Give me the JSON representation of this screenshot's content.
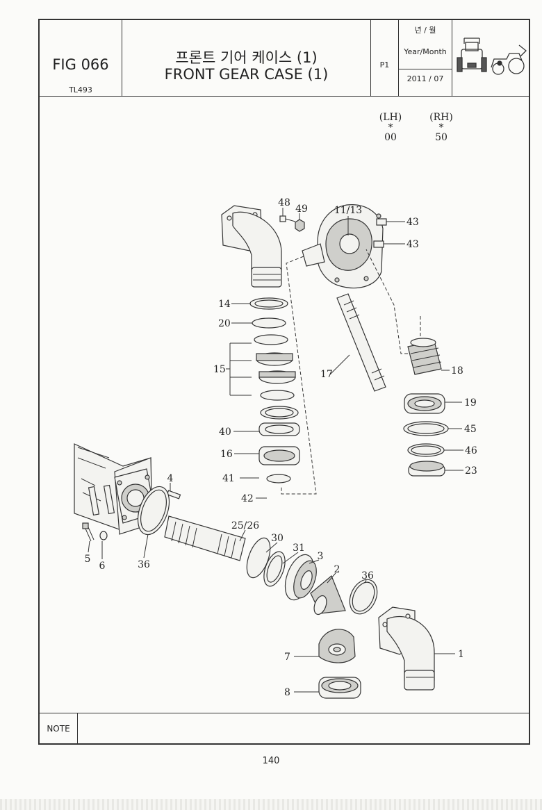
{
  "header": {
    "fig_no": "FIG 066",
    "model": "TL493",
    "title_ko": "프론트 기어 케이스 (1)",
    "title_en": "FRONT GEAR CASE (1)",
    "page_code": "P1",
    "date_label_ko": "년 / 월",
    "date_label_en": "Year/Month",
    "date_value": "2011 / 07"
  },
  "diagram": {
    "lh_label": "(LH)",
    "rh_label": "(RH)",
    "lh_mark": "*",
    "rh_mark": "*",
    "lh_code": "00",
    "rh_code": "50",
    "callouts": [
      "11/13",
      "48",
      "49",
      "43",
      "43",
      "14",
      "20",
      "15",
      "17",
      "18",
      "19",
      "45",
      "46",
      "23",
      "40",
      "16",
      "41",
      "42",
      "4",
      "25/26",
      "30",
      "31",
      "3",
      "2",
      "36",
      "36",
      "5",
      "6",
      "1",
      "7",
      "8"
    ]
  },
  "note": {
    "label": "NOTE"
  },
  "footer": {
    "page_number": "140"
  }
}
